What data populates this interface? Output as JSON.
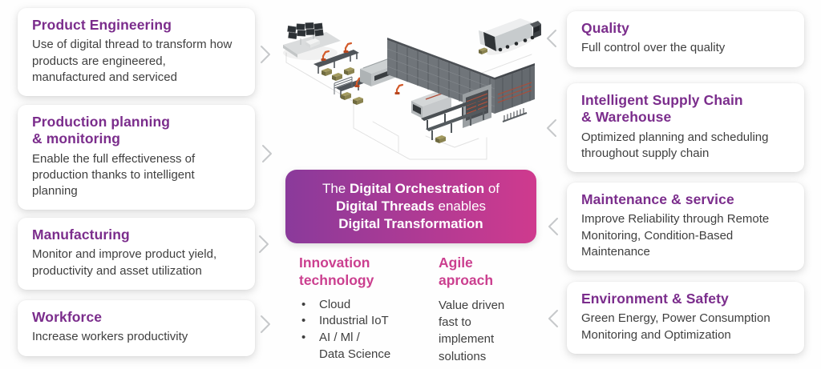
{
  "colors": {
    "card_heading": "#7b2d8c",
    "section_heading": "#cb3f8f",
    "body_text": "#3f3f3f",
    "banner_gradient_start": "#8a3a9b",
    "banner_gradient_end": "#cf3a8e",
    "banner_text": "#ffffff",
    "chevron": "#c6c8ca",
    "card_background": "#ffffff",
    "robot_accent": "#d35b2b",
    "pallet_olive": "#8f8a55"
  },
  "left_cards": [
    {
      "title": "Product Engineering",
      "body": "Use of digital thread to transform how products are engineered, manufactured and serviced"
    },
    {
      "title": "Production planning\n& monitoring",
      "body": "Enable the full effectiveness of production thanks to intelligent planning"
    },
    {
      "title": "Manufacturing",
      "body": "Monitor and improve product yield, productivity and asset utilization"
    },
    {
      "title": "Workforce",
      "body": "Increase workers productivity"
    }
  ],
  "right_cards": [
    {
      "title": "Quality",
      "body": "Full control over the quality"
    },
    {
      "title": "Intelligent Supply Chain\n& Warehouse",
      "body": "Optimized planning and scheduling throughout supply chain"
    },
    {
      "title": "Maintenance & service",
      "body": "Improve Reliability through Remote Monitoring, Condition-Based Maintenance"
    },
    {
      "title": "Environment & Safety",
      "body": "Green Energy, Power Consumption Monitoring and Optimization"
    }
  ],
  "banner": {
    "line1": {
      "pre": "The ",
      "bold": "Digital Orchestration",
      "post": " of"
    },
    "line2": {
      "bold": "Digital Threads",
      "post": " enables"
    },
    "line3": {
      "bold": "Digital Transformation"
    }
  },
  "innovation": {
    "title": "Innovation\ntechnology",
    "bullet_char": "•",
    "bullets": [
      "Cloud",
      "Industrial IoT",
      "AI / Ml /\nData Science"
    ]
  },
  "agile": {
    "title": "Agile\naproach",
    "body": "Value driven\nfast to\nimplement\nsolutions"
  },
  "icons": {
    "chevron_right_glyph": "›",
    "chevron_left_glyph": "‹",
    "center_illustration": "smart-factory-isometric"
  }
}
